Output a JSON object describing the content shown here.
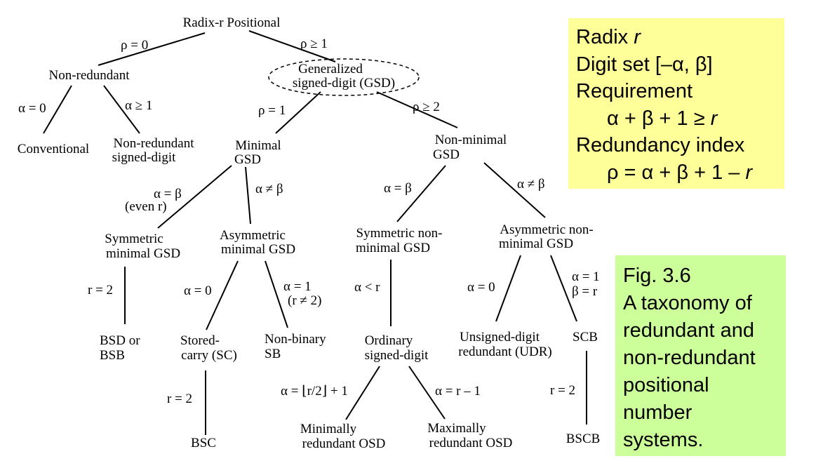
{
  "nodes": {
    "root": "Radix-r Positional",
    "nonredundant": "Non-redundant",
    "gsd_1": "Generalized",
    "gsd_2": "signed-digit (GSD)",
    "conventional": "Conventional",
    "nrsd_1": "Non-redundant",
    "nrsd_2": "signed-digit",
    "minimal_1": "Minimal",
    "minimal_2": "GSD",
    "nonminimal_1": "Non-minimal",
    "nonminimal_2": "GSD",
    "symmin_1": "Symmetric",
    "symmin_2": "minimal GSD",
    "asymmin_1": "Asymmetric",
    "asymmin_2": "minimal GSD",
    "symnonmin_1": "Symmetric non-",
    "symnonmin_2": "minimal GSD",
    "asymnonmin_1": "Asymmetric non-",
    "asymnonmin_2": "minimal GSD",
    "bsd_1": "BSD or",
    "bsd_2": "BSB",
    "sc_1": "Stored-",
    "sc_2": "carry (SC)",
    "nbsb_1": "Non-binary",
    "nbsb_2": "SB",
    "osd_1": "Ordinary",
    "osd_2": "signed-digit",
    "udr_1": "Unsigned-digit",
    "udr_2": "redundant (UDR)",
    "scb": "SCB",
    "bsc": "BSC",
    "minosd_1": "Minimally",
    "minosd_2": "redundant OSD",
    "maxosd_1": "Maximally",
    "maxosd_2": "redundant OSD",
    "bscb": "BSCB"
  },
  "edges": {
    "rho0": "ρ = 0",
    "rho_ge1": "ρ ≥ 1",
    "alpha0_a": "α = 0",
    "alpha_ge1": "α ≥ 1",
    "rho1": "ρ = 1",
    "rho_ge2": "ρ ≥ 2",
    "ab_eq_1": "α = β",
    "even_r": "(even r)",
    "ab_ne_1": "α ≠ β",
    "ab_eq_2": "α = β",
    "ab_ne_2": "α ≠ β",
    "r2_a": "r = 2",
    "alpha0_b": "α = 0",
    "alpha1_a": "α = 1",
    "r_ne2": "(r ≠ 2)",
    "alpha_lt_r": "α <  r",
    "alpha0_c": "α = 0",
    "alpha1_b": "α = 1",
    "beta_r": "β =  r",
    "r2_b": "r = 2",
    "alpha_floor": "α = ⌊r/2⌋ + 1",
    "alpha_r1": "α =  r – 1",
    "r2_c": "r = 2"
  },
  "params": {
    "line1_a": "Radix ",
    "line1_b": "r",
    "line2": "Digit set [–α, β]",
    "line3": "Requirement",
    "line4_a": "α + β + 1 ≥ ",
    "line4_b": "r",
    "line5": "Redundancy index",
    "line6_a": "ρ = α + β + 1 – ",
    "line6_b": "r"
  },
  "caption": {
    "line1": "Fig. 3.6",
    "line2": "A taxonomy of",
    "line3": "redundant and",
    "line4": "non-redundant",
    "line5": "positional",
    "line6": "number",
    "line7": "systems."
  },
  "colors": {
    "params_bg": "#ffff99",
    "caption_bg": "#ccff99"
  }
}
